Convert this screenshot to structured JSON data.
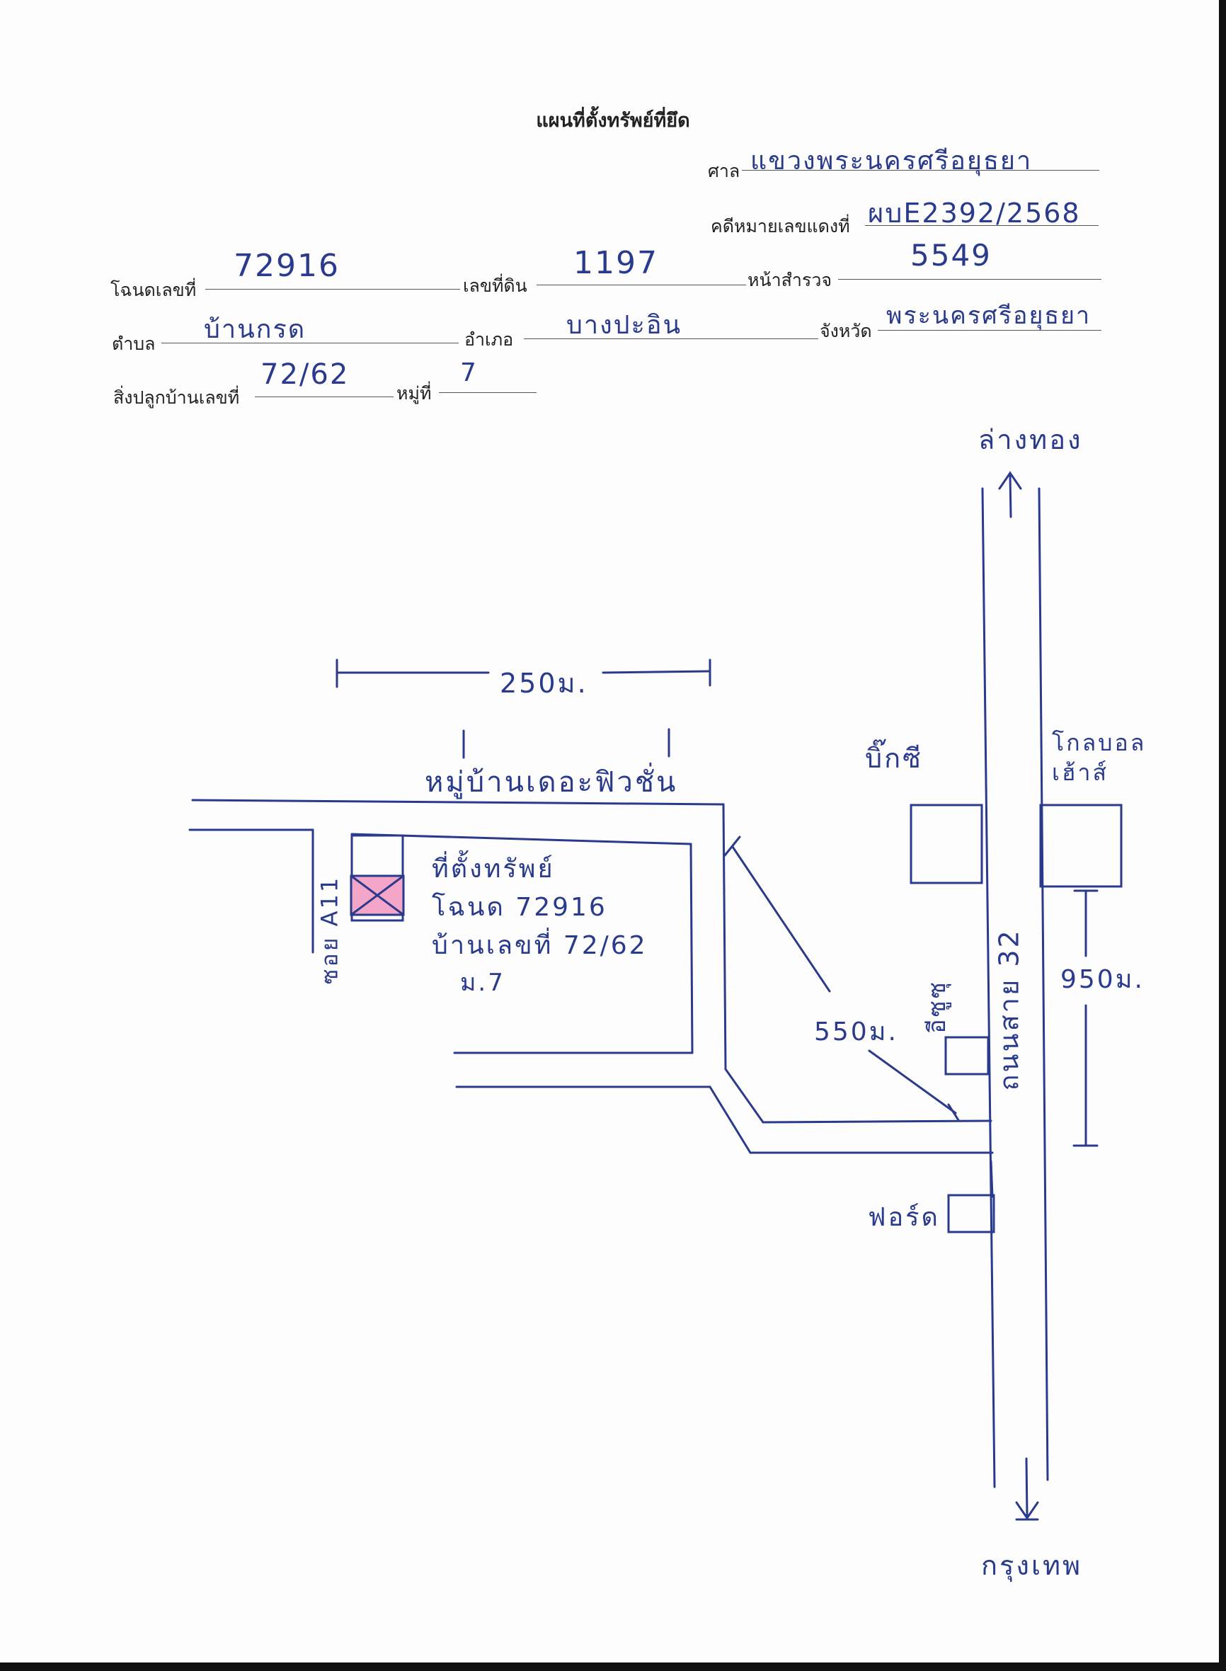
{
  "header": {
    "title": "แผนที่ตั้งทรัพย์ที่ยึด",
    "court_label": "ศาล",
    "court_value": "แขวงพระนครศรีอยุธยา",
    "case_label": "คดีหมายเลขแดงที่",
    "case_value": "ผบE2392/2568"
  },
  "fields": {
    "deed_label": "โฉนดเลขที่",
    "deed_value": "72916",
    "land_no_label": "เลขที่ดิน",
    "land_no_value": "1197",
    "survey_label": "หน้าสำรวจ",
    "survey_value": "5549",
    "subdistrict_label": "ตำบล",
    "subdistrict_value": "บ้านกรด",
    "district_label": "อำเภอ",
    "district_value": "บางปะอิน",
    "province_label": "จังหวัด",
    "province_value": "พระนครศรีอยุธยา",
    "house_label": "สิ่งปลูกบ้านเลขที่",
    "house_value": "72/62",
    "moo_label": "หมู่ที่",
    "moo_value": "7"
  },
  "map": {
    "north_label": "ล่างทอง",
    "south_label": "กรุงเทพ",
    "road_label": "ถนนสาย 32",
    "distance_top": "250ม.",
    "village_label": "หมู่บ้านเดอะฟิวชั่น",
    "soi_label": "ซอย A11",
    "property_lines": [
      "ที่ตั้งทรัพย์",
      "โฉนด 72916",
      "บ้านเลขที่ 72/62",
      "ม.7"
    ],
    "big_c_label": "บิ๊กซี",
    "global_house_label": "โกลบอลเฮ้าส์",
    "distance_right": "950ม.",
    "isuzu_label": "อีซูซุ",
    "distance_diag": "550ม.",
    "ford_label": "ฟอร์ด"
  },
  "colors": {
    "ink": "#2a3a8c",
    "property_fill": "#f3a6c8"
  }
}
